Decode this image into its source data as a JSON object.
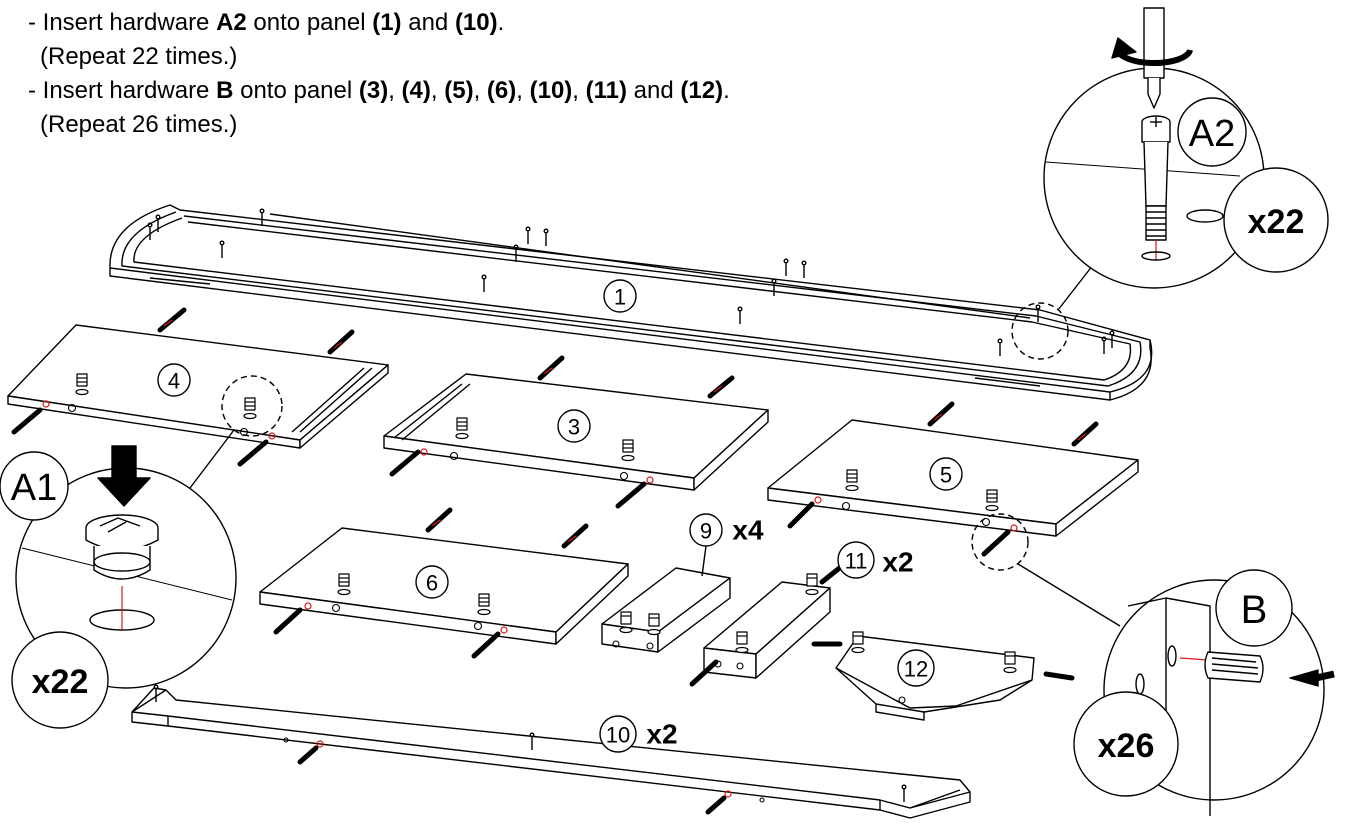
{
  "instructions": {
    "line1": {
      "prefix": "- Insert hardware ",
      "hw": "A2",
      "mid": " onto panel ",
      "p1": "(1)",
      "and": " and ",
      "p2": "(10)",
      "end": "."
    },
    "line1_repeat": "(Repeat 22 times.)",
    "line2": {
      "prefix": "- Insert hardware ",
      "hw": "B",
      "mid": " onto panel ",
      "panels": [
        "(3)",
        "(4)",
        "(5)",
        "(6)",
        "(10)",
        "(11)"
      ],
      "and": " and ",
      "last": "(12)",
      "end": "."
    },
    "line2_repeat": "(Repeat 26 times.)"
  },
  "panels": {
    "p1": "1",
    "p3": "3",
    "p4": "4",
    "p5": "5",
    "p6": "6",
    "p9": "9",
    "p9_qty": "x4",
    "p10": "10",
    "p10_qty": "x2",
    "p11": "11",
    "p11_qty": "x2",
    "p12": "12"
  },
  "callouts": {
    "a1": {
      "label": "A1",
      "qty": "x22"
    },
    "a2": {
      "label": "A2",
      "qty": "x22"
    },
    "b": {
      "label": "B",
      "qty": "x26"
    }
  },
  "colors": {
    "line": "#000000",
    "marker": "#d8161b",
    "background": "#ffffff"
  }
}
